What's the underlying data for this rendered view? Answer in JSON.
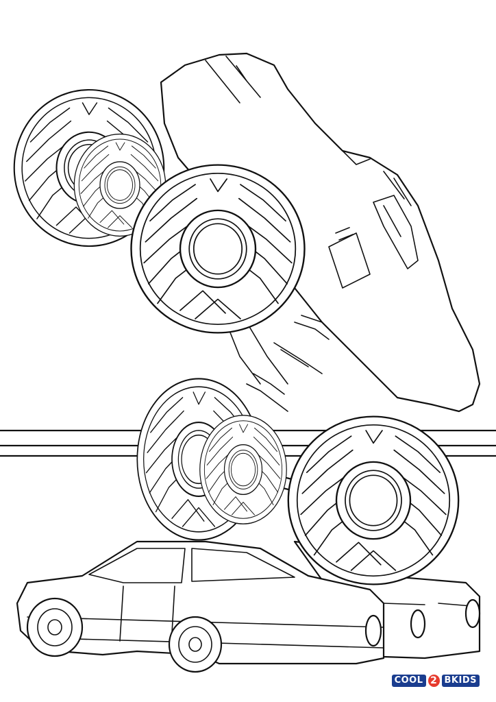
{
  "page": {
    "kind": "coloring-page",
    "subject": "monster-truck",
    "background": "#ffffff",
    "line_color": "#111111"
  },
  "logo": {
    "part_a": "COOL",
    "part_b": "2",
    "part_c": "BKIDS",
    "brand_blue": "#1a3d8f",
    "brand_red": "#e63b2e"
  }
}
